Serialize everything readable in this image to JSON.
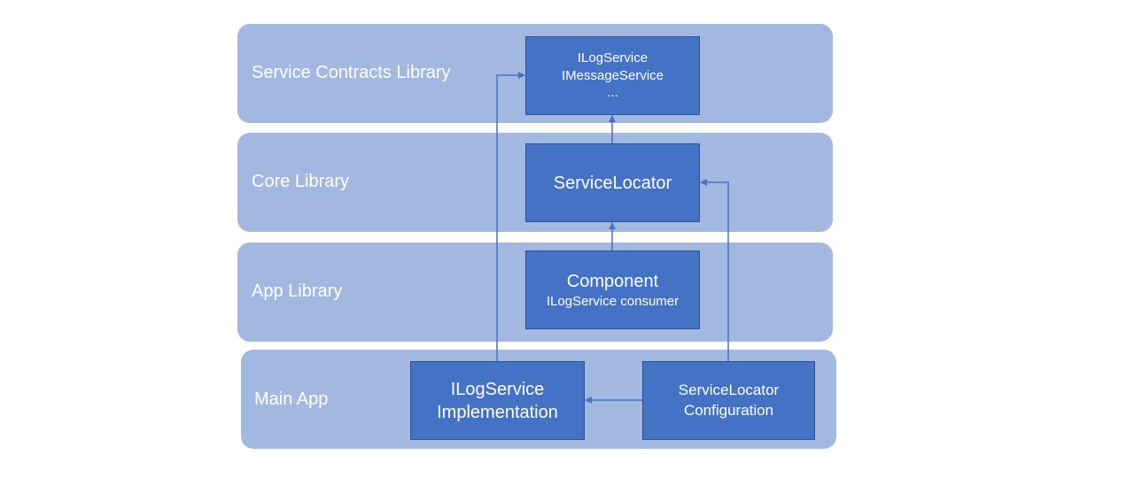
{
  "layers": {
    "contracts": "Service Contracts Library",
    "core": "Core Library",
    "app": "App Library",
    "main": "Main App"
  },
  "boxes": {
    "contracts": [
      "ILogService",
      "IMessageService",
      "..."
    ],
    "locator": "ServiceLocator",
    "component": {
      "title": "Component",
      "subtitle": "ILogService consumer"
    },
    "log_impl": [
      "ILogService",
      "Implementation"
    ],
    "locator_config": [
      "ServiceLocator",
      "Configuration"
    ]
  },
  "colors": {
    "layer_fill": "#a3b8e1",
    "box_fill": "#4472c4",
    "box_border": "#2f528f",
    "arrow": "#4472c4",
    "text": "#ffffff"
  }
}
